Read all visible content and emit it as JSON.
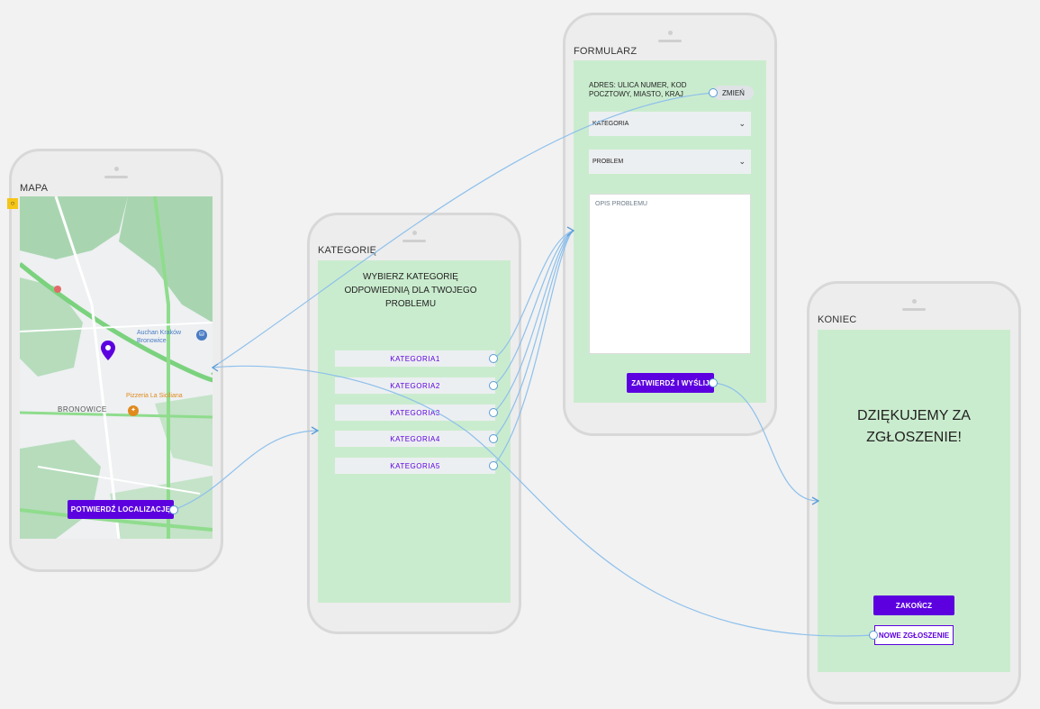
{
  "screens": {
    "mapa": {
      "label": "MAPA",
      "map_labels": [
        "Auchan Kraków Bronowice",
        "Pizzeria La Siciliana",
        "BRONOWICE"
      ],
      "confirm_button": "POTWIERDŹ LOCALIZACJĘ"
    },
    "kategorie": {
      "label": "KATEGORIĘ",
      "heading": "WYBIERZ KATEGORIĘ ODPOWIEDNIĄ DLA TWOJEGO PROBLEMU",
      "items": [
        "KATEGORIA1",
        "KATEGORIA2",
        "KATEGORIA3",
        "KATEGORIA4",
        "KATEGORIA5"
      ]
    },
    "formularz": {
      "label": "FORMULARZ",
      "address": "ADRES: ULICA NUMER, KOD POCZTOWY, MIASTO, KRAJ",
      "change_button": "ZMIEŃ",
      "category_select": "KATEGORIA",
      "problem_select": "PROBLEM",
      "description_placeholder": "OPIS PROBLEMU",
      "submit_button": "ZATWIERDŹ I WYŚLIJ"
    },
    "koniec": {
      "label": "KONIEC",
      "thanks": "DZIĘKUJEMY ZA ZGŁOSZENIE!",
      "finish_button": "ZAKOŃCZ",
      "new_report_button": "NOWE ZGŁOSZENIE"
    }
  },
  "colors": {
    "primary": "#5c00e0",
    "screen_bg": "#caecce",
    "connector": "#5b9bd5",
    "badge": "#f5c518"
  },
  "icons": [
    "location-pin-icon",
    "shopping-pin-icon",
    "restaurant-pin-icon",
    "chevron-down-icon"
  ]
}
